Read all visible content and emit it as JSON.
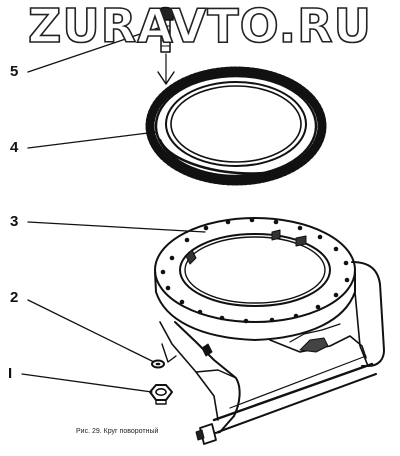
{
  "watermark": "ZURAVTO.RU",
  "callouts": [
    "5",
    "4",
    "3",
    "2",
    "I"
  ],
  "caption": "Рис. 29. Круг поворотный"
}
